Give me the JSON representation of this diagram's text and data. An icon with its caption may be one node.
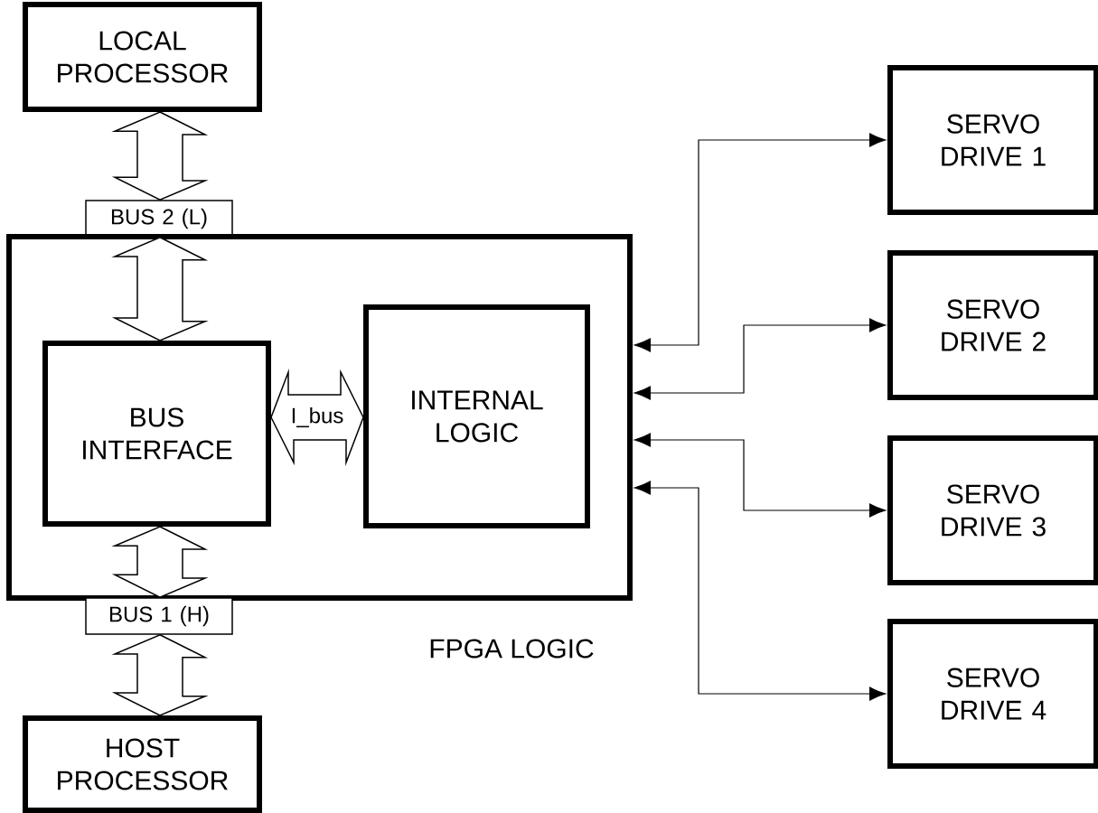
{
  "diagram": {
    "nodes": [
      {
        "text": [
          "LOCAL PROCESSOR"
        ]
      },
      {
        "text": [
          "BUS 2 (L)"
        ]
      },
      {
        "text": [
          "FPGA LOGIC"
        ]
      },
      {
        "text": [
          "BUS INTERFACE"
        ],
        "in": 2
      },
      {
        "text": [
          "INTERNAL LOGIC"
        ],
        "in": 2
      },
      {
        "text": [
          "BUS 1 (H)"
        ]
      },
      {
        "text": [
          "HOST PROCESSOR"
        ]
      },
      {
        "text": [
          "SERVO DRIVE 1"
        ]
      },
      {
        "text": [
          "SERVO DRIVE 2"
        ]
      },
      {
        "text": [
          "SERVO DRIVE 3"
        ]
      },
      {
        "text": [
          "SERVO DRIVE 4"
        ]
      }
    ],
    "edges": [
      {
        "from": 0,
        "to": 1,
        "arrow": "both",
        "style": "thick"
      },
      {
        "from": 1,
        "to": 3,
        "arrow": "both",
        "style": "thick"
      },
      {
        "from": 3,
        "to": 4,
        "arrow": "both",
        "style": "thick",
        "label": "I_bus"
      },
      {
        "from": 3,
        "to": 5,
        "arrow": "both",
        "style": "thick"
      },
      {
        "from": 5,
        "to": 6,
        "arrow": "both",
        "style": "thick"
      },
      {
        "from": 2,
        "to": 7,
        "arrow": "both"
      },
      {
        "from": 2,
        "to": 8,
        "arrow": "both"
      },
      {
        "from": 2,
        "to": 9,
        "arrow": "both"
      },
      {
        "from": 2,
        "to": 10,
        "arrow": "both"
      }
    ]
  }
}
